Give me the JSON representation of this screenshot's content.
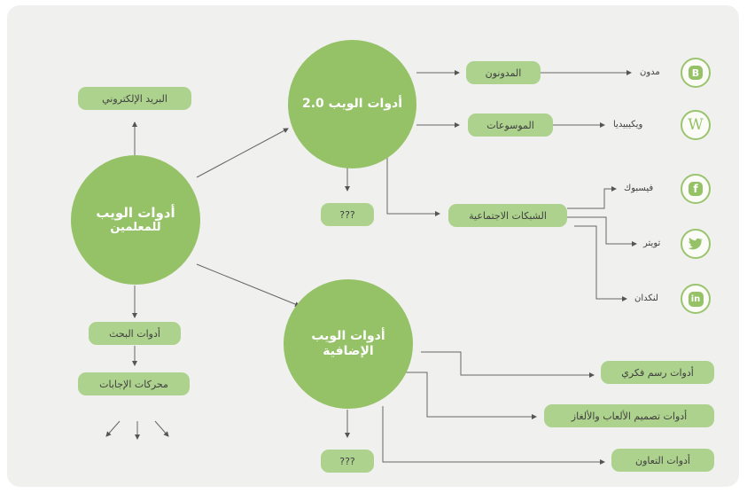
{
  "center": {
    "line1": "أدوات الويب",
    "line2": "للمعلمين"
  },
  "web20": {
    "title": "أدوات الويب 2.0"
  },
  "extra": {
    "line1": "أدوات الويب",
    "line2": "الإضافية"
  },
  "email": "البريد الإلكتروني",
  "search_tools": "أدوات البحث",
  "answer_engines": "محركات الإجابات",
  "unknown": "???",
  "bloggers": "المدونون",
  "encyclopedias": "الموسوعات",
  "social_networks": "الشبكات الاجتماعية",
  "mindmap_tools": "أدوات رسم فكري",
  "games_tools": "أدوات تصميم الألعاب والألغاز",
  "collab_tools": "أدوات التعاون",
  "examples": {
    "blogger": "مدون",
    "wikipedia": "ويكيبيديا",
    "facebook": "فيسبوك",
    "twitter": "تويتر",
    "linkedin": "لنكدان"
  },
  "icons": {
    "blogger": "B",
    "wikipedia": "W",
    "facebook": "f",
    "twitter": "🐦",
    "linkedin": "in"
  },
  "colors": {
    "circle": "#95c267",
    "pill": "#add28d",
    "line": "#555555",
    "panel": "#f0f0ee"
  }
}
